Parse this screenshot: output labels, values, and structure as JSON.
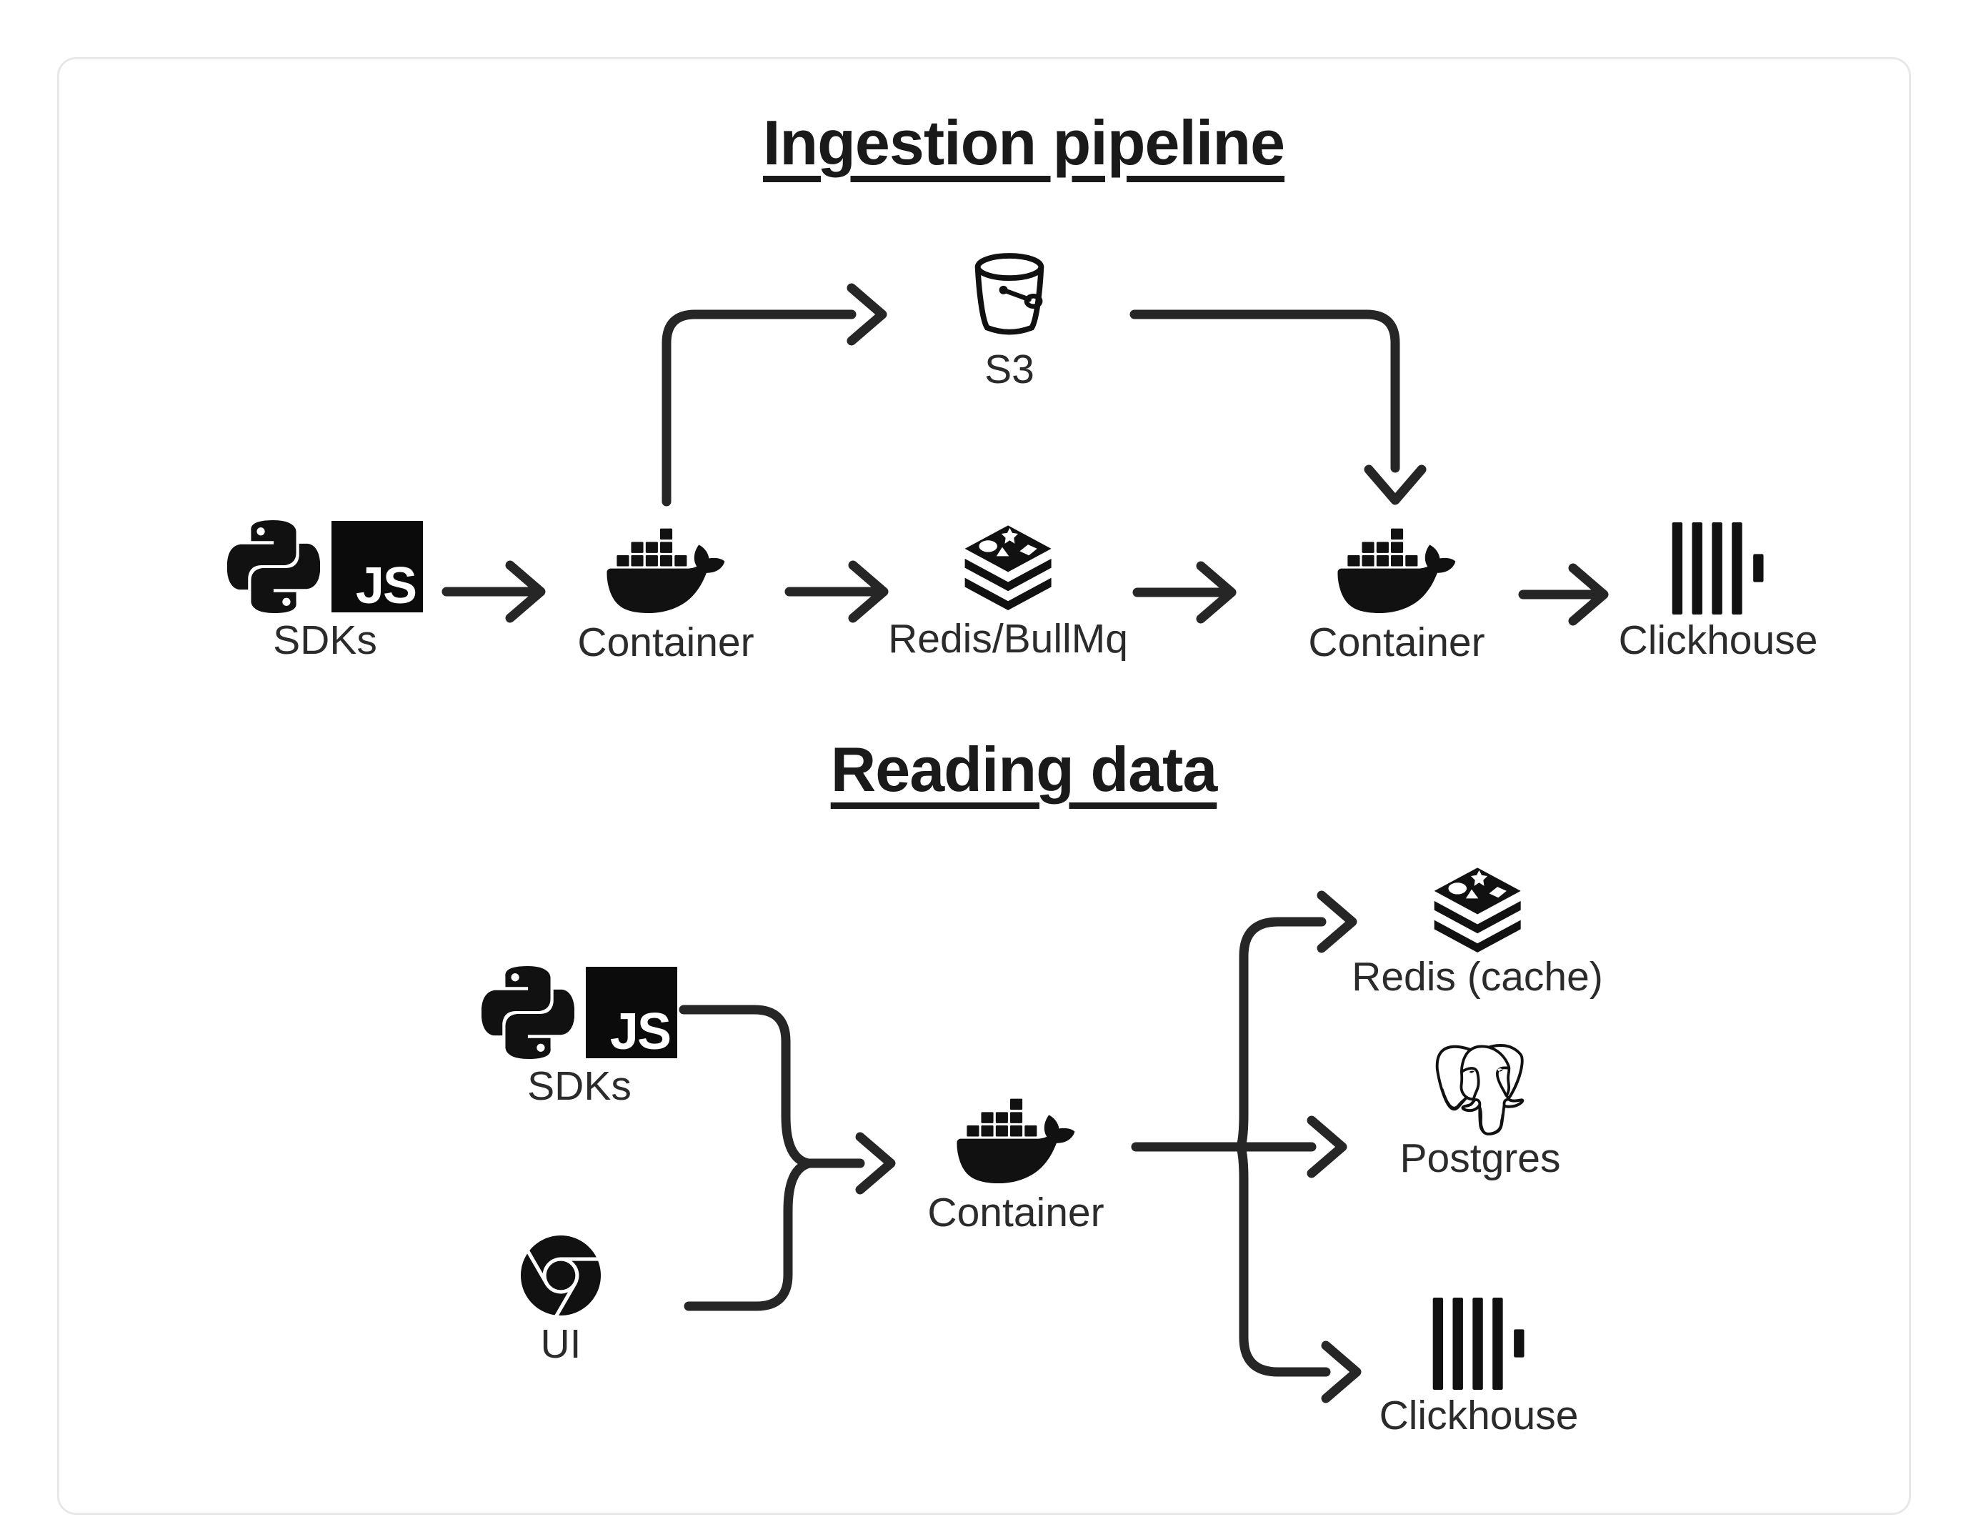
{
  "colors": {
    "background": "#ffffff",
    "card_border": "#e8e8e8",
    "title_ink": "#1a1a1a",
    "label_ink": "#2b2b2b",
    "line_ink": "#262626",
    "icon_ink": "#111111"
  },
  "icon_text": {
    "javascript": "JS"
  },
  "sections": [
    {
      "title": "Ingestion pipeline",
      "nodes": [
        {
          "id": "sdks",
          "label": "SDKs",
          "icons": [
            "python-icon",
            "javascript-icon"
          ]
        },
        {
          "id": "container-1",
          "label": "Container",
          "icons": [
            "docker-icon"
          ]
        },
        {
          "id": "redis-bullmq",
          "label": "Redis/BullMq",
          "icons": [
            "redis-icon"
          ]
        },
        {
          "id": "s3",
          "label": "S3",
          "icons": [
            "s3-bucket-icon"
          ]
        },
        {
          "id": "container-2",
          "label": "Container",
          "icons": [
            "docker-icon"
          ]
        },
        {
          "id": "clickhouse",
          "label": "Clickhouse",
          "icons": [
            "clickhouse-icon"
          ]
        }
      ],
      "edges": [
        {
          "from": "SDKs",
          "to": "Container"
        },
        {
          "from": "Container",
          "to": "S3"
        },
        {
          "from": "Container",
          "to": "Redis/BullMq"
        },
        {
          "from": "Redis/BullMq",
          "to": "Container"
        },
        {
          "from": "S3",
          "to": "Container"
        },
        {
          "from": "Container",
          "to": "Clickhouse"
        }
      ]
    },
    {
      "title": "Reading data",
      "nodes": [
        {
          "id": "sdks",
          "label": "SDKs",
          "icons": [
            "python-icon",
            "javascript-icon"
          ]
        },
        {
          "id": "ui",
          "label": "UI",
          "icons": [
            "chrome-icon"
          ]
        },
        {
          "id": "container",
          "label": "Container",
          "icons": [
            "docker-icon"
          ]
        },
        {
          "id": "redis-cache",
          "label": "Redis (cache)",
          "icons": [
            "redis-icon"
          ]
        },
        {
          "id": "postgres",
          "label": "Postgres",
          "icons": [
            "postgres-icon"
          ]
        },
        {
          "id": "clickhouse",
          "label": "Clickhouse",
          "icons": [
            "clickhouse-icon"
          ]
        }
      ],
      "edges": [
        {
          "from": "SDKs",
          "to": "Container"
        },
        {
          "from": "UI",
          "to": "Container"
        },
        {
          "from": "Container",
          "to": "Redis (cache)"
        },
        {
          "from": "Container",
          "to": "Postgres"
        },
        {
          "from": "Container",
          "to": "Clickhouse"
        }
      ]
    }
  ]
}
